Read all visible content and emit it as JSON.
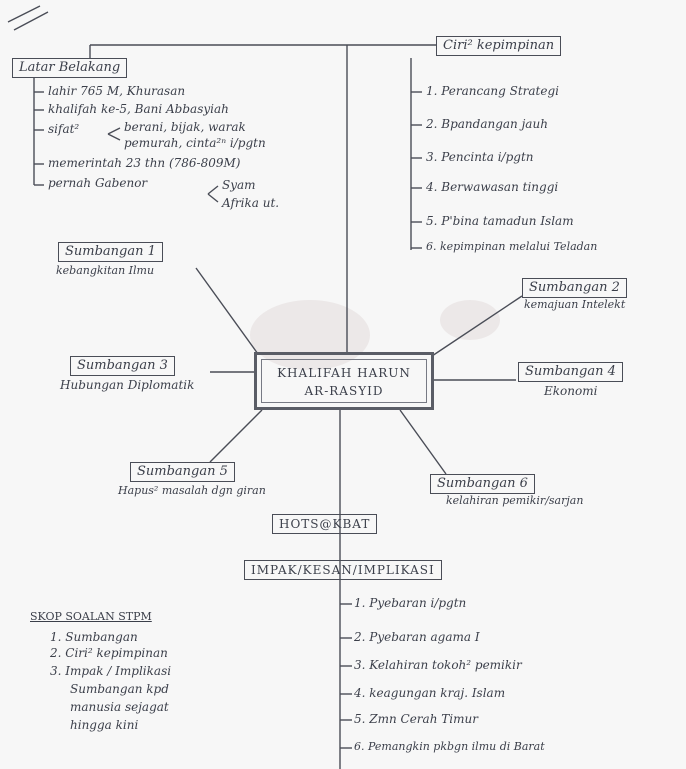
{
  "center": {
    "line1": "KHALIFAH HARUN",
    "line2": "AR-RASYID"
  },
  "latar_belakang": {
    "title": "Latar Belakang",
    "items": [
      "lahir 765 M, Khurasan",
      "khalifah ke-5, Bani Abbasyiah",
      "sifat²",
      "berani, bijak, warak",
      "pemurah, cinta²ⁿ i/pgtn",
      "memerintah 23 thn (786-809M)",
      "pernah Gabenor",
      "Syam",
      "Afrika ut."
    ]
  },
  "ciri": {
    "title": "Ciri² kepimpinan",
    "items": [
      "1. Perancang Strategi",
      "2. Bpandangan jauh",
      "3. Pencinta i/pgtn",
      "4. Berwawasan tinggi",
      "5. P'bina tamadun Islam",
      "6. kepimpinan melalui Teladan"
    ]
  },
  "sumbangan": [
    {
      "title": "Sumbangan 1",
      "desc": "kebangkitan Ilmu"
    },
    {
      "title": "Sumbangan 2",
      "desc": "kemajuan Intelekt"
    },
    {
      "title": "Sumbangan 3",
      "desc": "Hubungan Diplomatik"
    },
    {
      "title": "Sumbangan 4",
      "desc": "Ekonomi"
    },
    {
      "title": "Sumbangan 5",
      "desc": "Hapus² masalah dgn giran"
    },
    {
      "title": "Sumbangan 6",
      "desc": "kelahiran pemikir/sarjan"
    }
  ],
  "hots": "HOTS@KBAT",
  "impak": {
    "title": "IMPAK/KESAN/IMPLIKASI",
    "items": [
      "1. Pyebaran i/pgtn",
      "2. Pyebaran agama I",
      "3. Kelahiran tokoh² pemikir",
      "4. keagungan kraj. Islam",
      "5. Zmn Cerah Timur",
      "6. Pemangkin pkbgn ilmu di Barat"
    ]
  },
  "skop": {
    "title": "SKOP SOALAN STPM",
    "items": [
      "1. Sumbangan",
      "2. Ciri² kepimpinan",
      "3. Impak / Implikasi",
      "Sumbangan kpd",
      "manusia sejagat",
      "hingga kini"
    ]
  }
}
